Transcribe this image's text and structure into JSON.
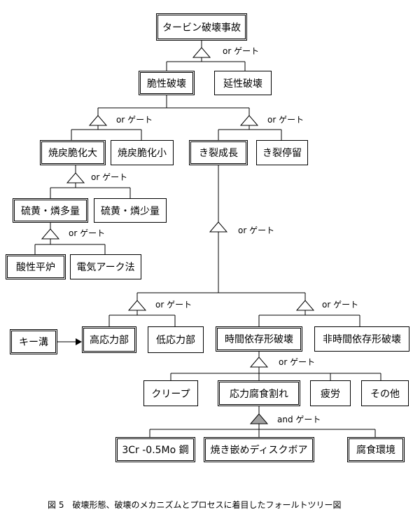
{
  "nodes": {
    "turbine": "タービン破壊事故",
    "brittle": "脆性破壊",
    "ductile": "延性破壊",
    "temper_large": "焼戻脆化大",
    "temper_small": "焼戻脆化小",
    "crack_growth": "き裂成長",
    "crack_arrest": "き裂停留",
    "sp_high": "硫黄・燐多量",
    "sp_low": "硫黄・燐少量",
    "acid_hearth": "酸性平炉",
    "electric_arc": "電気アーク法",
    "keyway": "キー溝",
    "high_stress": "高応力部",
    "low_stress": "低応力部",
    "time_dependent": "時間依存形破壊",
    "non_time_dependent": "非時間依存形破壊",
    "creep": "クリープ",
    "scc": "応力腐食割れ",
    "fatigue": "疲労",
    "other": "その他",
    "steel_3cr": "3Cr -0.5Mo 鋼",
    "shrink_fit": "焼き嵌めディスクボア",
    "corrosive_env": "腐食環境"
  },
  "gates": {
    "or_label": "or ゲート",
    "and_label": "and ゲート"
  },
  "caption": "図 5　破壊形態、破壊のメカニズムとプロセスに着目したフォールトツリー図",
  "colors": {
    "line": "#000000",
    "and_gate_fill": "#a0a0a0",
    "or_gate_fill": "#ffffff"
  }
}
